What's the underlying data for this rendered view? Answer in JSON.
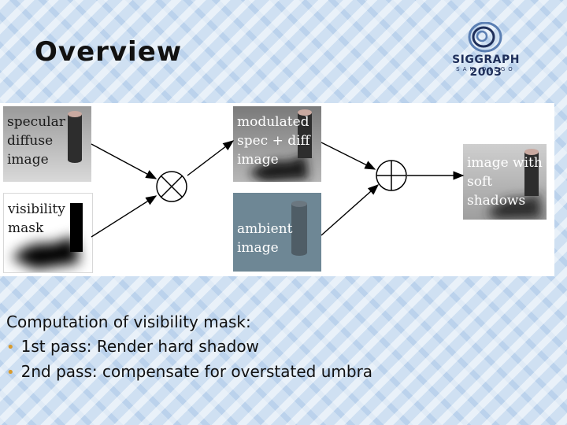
{
  "title": "Overview",
  "logo": {
    "name": "SIGGRAPH 2003",
    "subtitle": "SAN DIEGO"
  },
  "diagram": {
    "panels": {
      "specular": "specular\ndiffuse\nimage",
      "visibility": "visibility\nmask",
      "modulated": "modulated\nspec + diff\nimage",
      "ambient": "ambient\nimage",
      "result": "image with\nsoft\nshadows"
    },
    "operators": {
      "multiply": "multiply-icon",
      "add": "plus-icon"
    },
    "colors": {
      "panel_gray": "#8d8d8d",
      "ambient_blue": "#6e8795",
      "arrow": "#000000"
    }
  },
  "caption": {
    "heading": "Computation of visibility mask:",
    "bullets": [
      "1st pass: Render hard shadow",
      "2nd pass: compensate for overstated umbra"
    ],
    "bullet_color": "#d89b2e"
  }
}
